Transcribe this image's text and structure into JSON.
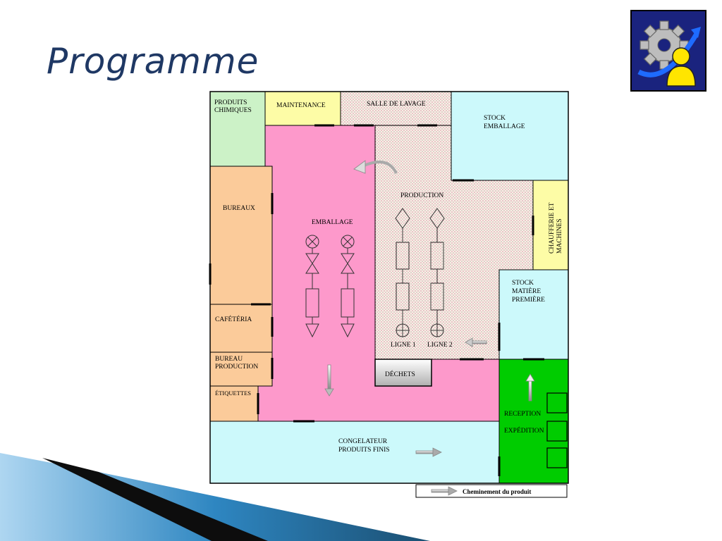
{
  "slide": {
    "title": "Programme"
  },
  "logo": {
    "icon": "gear-person-arrow-icon"
  },
  "plan": {
    "rooms": {
      "produits_chimiques": [
        "PRODUITS",
        "CHIMIQUES"
      ],
      "maintenance": "MAINTENANCE",
      "salle_de_lavage": "SALLE DE LAVAGE",
      "stock_emballage": [
        "STOCK",
        "EMBALLAGE"
      ],
      "bureaux": "BUREAUX",
      "emballage": "EMBALLAGE",
      "production": "PRODUCTION",
      "chaufferie": [
        "CHAUFFERIE ET",
        "MACHINES"
      ],
      "stock_matiere": [
        "STOCK",
        "MATIÈRE",
        "PREMIÈRE"
      ],
      "cafeteria": "CAFÉTÉRIA",
      "bureau_production": [
        "BUREAU",
        "PRODUCTION"
      ],
      "etiquettes": "ÉTIQUETTES",
      "dechets": "DÉCHETS",
      "reception": "RECEPTION",
      "expedition": "EXPÉDITION",
      "congelateur": [
        "CONGELATEUR",
        "PRODUITS FINIS"
      ],
      "ligne1": "LIGNE 1",
      "ligne2": "LIGNE 2"
    },
    "legend": "Cheminement du produit",
    "colors": {
      "chemicals": "#ccf2c7",
      "maintenance": "#fdfca6",
      "stock": "#ccf9fb",
      "offices": "#fbcb9a",
      "emballage": "#fd99cb",
      "production": "#f9efe6",
      "reception": "#00cc00",
      "title": "#1f3864"
    }
  }
}
